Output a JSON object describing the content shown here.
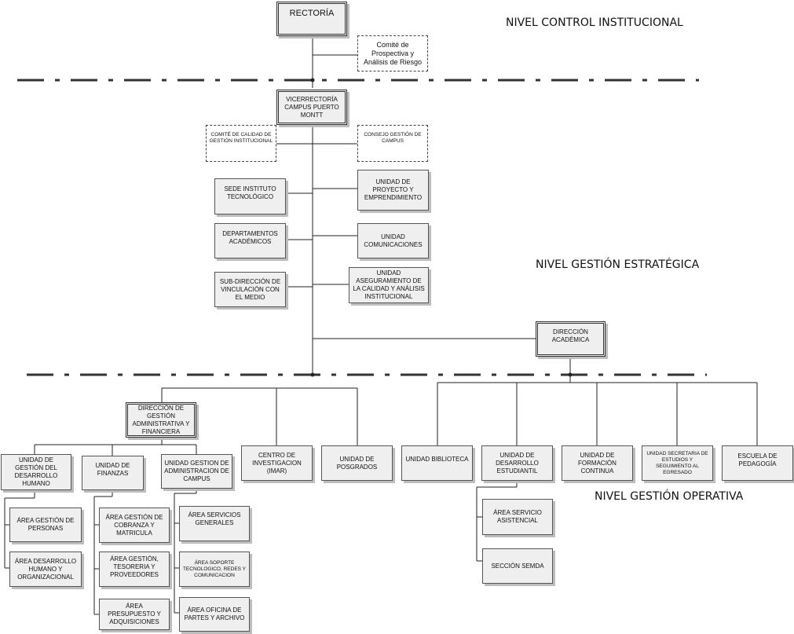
{
  "levels": {
    "control": "NIVEL CONTROL INSTITUCIONAL",
    "estrategica": "NIVEL GESTIÓN ESTRATÉGICA",
    "operativa": "NIVEL GESTIÓN OPERATIVA"
  },
  "nodes": {
    "rectoria": "RECTORÍA",
    "comite_prospectiva": "Comité de Prospectiva y Análisis de Riesgo",
    "vicerrectoria": "VICERRECTORÍA CAMPUS PUERTO MONTT",
    "comite_calidad": "COMITÉ DE CALIDAD DE GESTIÓN INSTITUCIONAL",
    "consejo_gestion": "CONSEJO GESTIÓN DE CAMPUS",
    "sede_instituto": "SEDE INSTITUTO TECNOLÓGICO",
    "unidad_proyecto": "UNIDAD DE PROYECTO Y EMPRENDIMIENTO",
    "departamentos": "DEPARTAMENTOS ACADÉMICOS",
    "unidad_comunicaciones": "UNIDAD COMUNICACIONES",
    "subdireccion_vinculacion": "SUB-DIRECCIÓN DE VINCULACIÓN CON EL MEDIO",
    "unidad_aseguramiento": "UNIDAD ASEGURAMIENTO DE LA CALIDAD Y ANÁLISIS INSTITUCIONAL",
    "direccion_academica": "DIRECCIÓN ACADÉMICA",
    "direccion_gestion": "DIRECCIÓN DE GESTIÓN ADMINISTRATIVA Y FINANCIERA",
    "unidad_desarrollo_humano": "UNIDAD DE GESTIÓN DEL DESARROLLO HUMANO",
    "unidad_finanzas": "UNIDAD DE FINANZAS",
    "unidad_admin_campus": "UNIDAD GESTION DE ADMINISTRACION DE CAMPUS",
    "centro_investigacion": "CENTRO DE INVESTIGACION (IMAR)",
    "unidad_posgrados": "UNIDAD DE POSGRADOS",
    "unidad_biblioteca": "UNIDAD BIBLIOTECA",
    "unidad_desarrollo_estudiantil": "UNIDAD DE DESARROLLO ESTUDIANTIL",
    "unidad_formacion_continua": "UNIDAD DE FORMACIÓN CONTINUA",
    "unidad_secretaria": "UNIDAD SECRETARIA DE ESTUDIOS Y SEGUIMIENTO AL EGRESADO",
    "escuela_pedagogia": "ESCUELA DE PEDAGOGÍA",
    "area_personas": "ÁREA GESTIÓN DE PERSONAS",
    "area_desarrollo_humano": "ÁREA DESARROLLO HUMANO Y ORGANIZACIONAL",
    "area_cobranza": "ÁREA GESTIÓN DE COBRANZA Y MATRICULA",
    "area_tesoreria": "ÁREA GESTIÓN, TESORERIA Y PROVEEDORES",
    "area_presupuesto": "ÁREA PRESUPUESTO Y ADQUISICIONES",
    "area_servicios_generales": "ÁREA SERVICIOS GENERALES",
    "area_soporte": "ÁREA SOPORTE TECNOLOGICO, REDES Y COMUNICACION",
    "area_oficina_partes": "ÁREA OFICINA DE PARTES Y ARCHIVO",
    "area_servicio_asistencial": "ÁREA SERVICIO ASISTENCIAL",
    "seccion_semda": "SECCIÓN SEMDA"
  }
}
